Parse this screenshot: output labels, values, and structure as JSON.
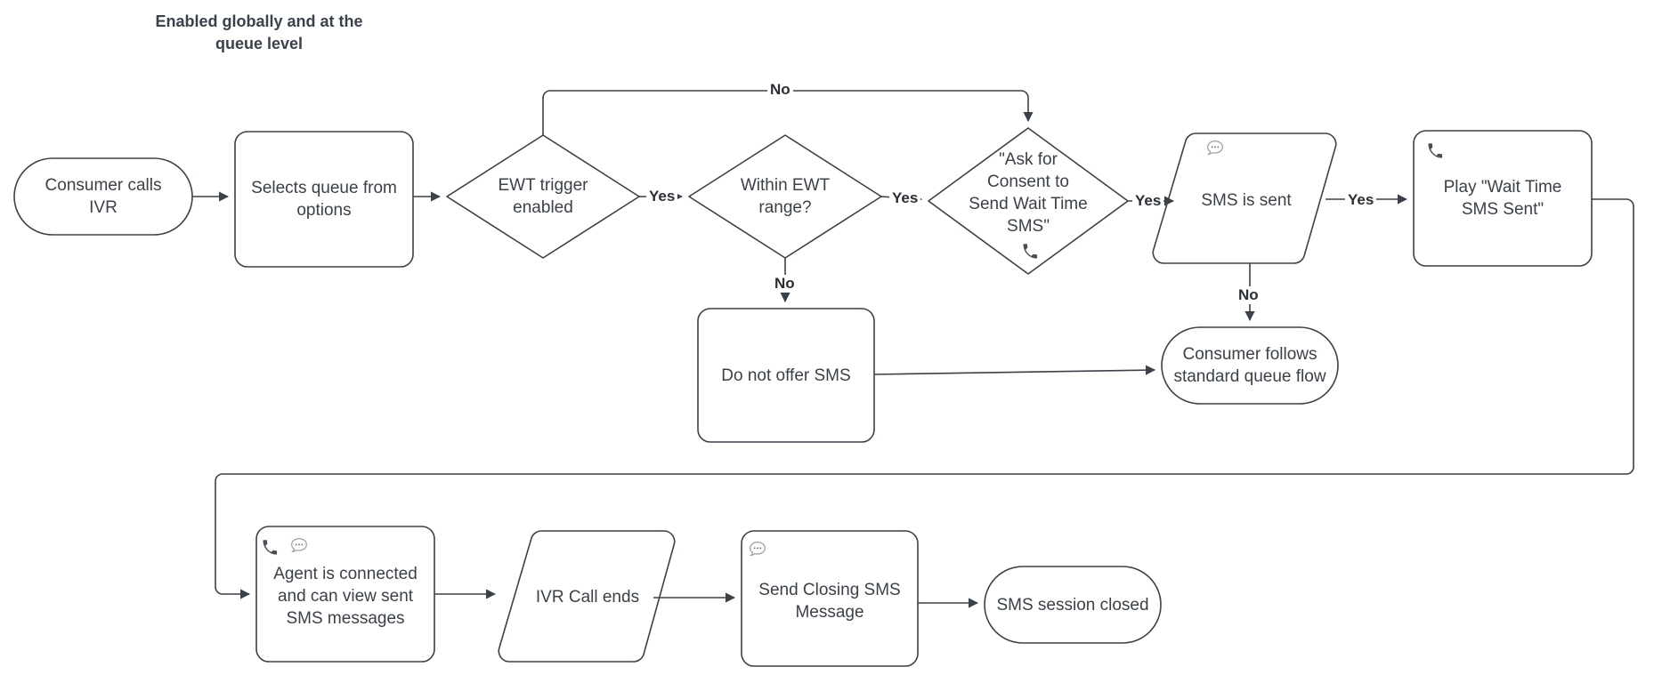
{
  "diagram": {
    "title": "Enabled globally and at the\nqueue level",
    "background_color": "#ffffff",
    "stroke_color": "#3b4149",
    "text_color": "#3b4149",
    "label_color": "#2a2f36"
  },
  "nodes": [
    {
      "id": "consumer-calls-ivr",
      "label": "Consumer calls\nIVR",
      "shape": "stadium",
      "icons": []
    },
    {
      "id": "selects-queue",
      "label": "Selects queue from\noptions",
      "shape": "rounded-rect",
      "icons": []
    },
    {
      "id": "ewt-trigger-enabled",
      "label": "EWT trigger\nenabled",
      "shape": "diamond",
      "icons": []
    },
    {
      "id": "within-ewt-range",
      "label": "Within EWT\nrange?",
      "shape": "diamond",
      "icons": []
    },
    {
      "id": "ask-for-consent",
      "label": "\"Ask for\nConsent to\nSend Wait Time\nSMS\"",
      "shape": "diamond",
      "icons": [
        "phone-icon"
      ]
    },
    {
      "id": "sms-is-sent",
      "label": "SMS is sent",
      "shape": "parallelogram",
      "icons": [
        "chat-bubble-icon"
      ]
    },
    {
      "id": "play-wait-time-sms-sent",
      "label": "Play \"Wait Time\nSMS Sent\"",
      "shape": "rounded-rect",
      "icons": [
        "phone-icon"
      ]
    },
    {
      "id": "do-not-offer-sms",
      "label": "Do not offer SMS",
      "shape": "rounded-rect",
      "icons": []
    },
    {
      "id": "consumer-follows-queue",
      "label": "Consumer follows\nstandard queue flow",
      "shape": "stadium",
      "icons": []
    },
    {
      "id": "agent-is-connected",
      "label": "Agent is connected\nand can view sent\nSMS messages",
      "shape": "rounded-rect",
      "icons": [
        "phone-icon",
        "chat-bubble-icon"
      ]
    },
    {
      "id": "ivr-call-ends",
      "label": "IVR Call ends",
      "shape": "parallelogram",
      "icons": []
    },
    {
      "id": "send-closing-sms",
      "label": "Send Closing SMS\nMessage",
      "shape": "rounded-rect",
      "icons": [
        "chat-bubble-icon"
      ]
    },
    {
      "id": "sms-session-closed",
      "label": "SMS session closed",
      "shape": "stadium",
      "icons": []
    }
  ],
  "edges": [
    {
      "from": "consumer-calls-ivr",
      "to": "selects-queue",
      "label": ""
    },
    {
      "from": "selects-queue",
      "to": "ewt-trigger-enabled",
      "label": ""
    },
    {
      "from": "ewt-trigger-enabled",
      "to": "within-ewt-range",
      "label": "Yes"
    },
    {
      "from": "ewt-trigger-enabled",
      "to": "ask-for-consent",
      "label": "No"
    },
    {
      "from": "within-ewt-range",
      "to": "ask-for-consent",
      "label": "Yes"
    },
    {
      "from": "within-ewt-range",
      "to": "do-not-offer-sms",
      "label": "No"
    },
    {
      "from": "ask-for-consent",
      "to": "sms-is-sent",
      "label": "Yes"
    },
    {
      "from": "sms-is-sent",
      "to": "play-wait-time-sms-sent",
      "label": "Yes"
    },
    {
      "from": "sms-is-sent",
      "to": "consumer-follows-queue",
      "label": "No"
    },
    {
      "from": "do-not-offer-sms",
      "to": "consumer-follows-queue",
      "label": ""
    },
    {
      "from": "play-wait-time-sms-sent",
      "to": "agent-is-connected",
      "label": ""
    },
    {
      "from": "agent-is-connected",
      "to": "ivr-call-ends",
      "label": ""
    },
    {
      "from": "ivr-call-ends",
      "to": "send-closing-sms",
      "label": ""
    },
    {
      "from": "send-closing-sms",
      "to": "sms-session-closed",
      "label": ""
    }
  ],
  "edge_labels": {
    "ewt_trigger_yes": "Yes",
    "ewt_trigger_no": "No",
    "within_range_yes": "Yes",
    "within_range_no": "No",
    "consent_yes": "Yes",
    "sms_sent_yes": "Yes",
    "sms_sent_no": "No"
  }
}
